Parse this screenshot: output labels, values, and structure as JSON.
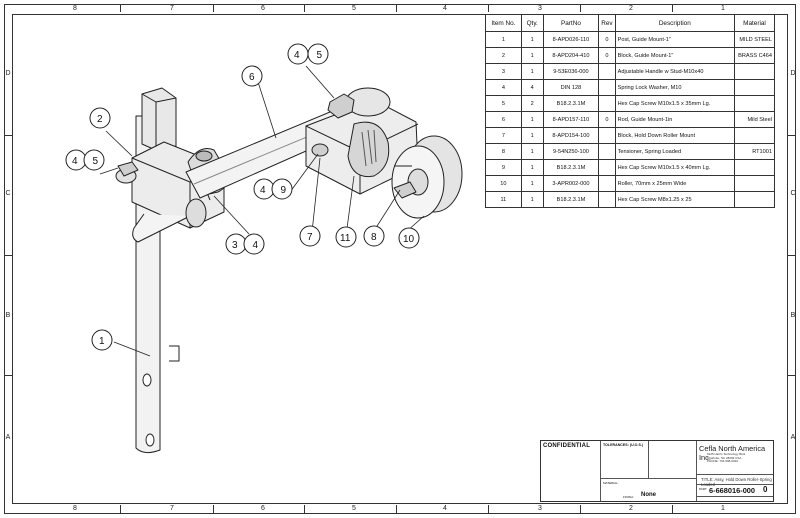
{
  "zones": {
    "columns": [
      "8",
      "7",
      "6",
      "5",
      "4",
      "3",
      "2",
      "1"
    ],
    "rows": [
      "D",
      "C",
      "B",
      "A"
    ]
  },
  "bom": {
    "headers": [
      "Item No.",
      "Qty.",
      "PartNo",
      "Rev",
      "Description",
      "Material"
    ],
    "rows": [
      {
        "item": "1",
        "qty": "1",
        "part": "8-APD026-110",
        "rev": "0",
        "desc": "Post, Guide Mount-1\"",
        "mat": "MILD STEEL"
      },
      {
        "item": "2",
        "qty": "1",
        "part": "8-APD204-410",
        "rev": "0",
        "desc": "Block, Guide Mount-1\"",
        "mat": "BRASS C464"
      },
      {
        "item": "3",
        "qty": "1",
        "part": "9-53E036-000",
        "rev": "",
        "desc": "Adjustable Handle w Stud-M10x40",
        "mat": ""
      },
      {
        "item": "4",
        "qty": "4",
        "part": "DIN 128",
        "rev": "",
        "desc": "Spring Lock Washer, M10",
        "mat": ""
      },
      {
        "item": "5",
        "qty": "2",
        "part": "B18.2.3.1M",
        "rev": "",
        "desc": "Hex Cap Screw M10x1.5 x 35mm Lg.",
        "mat": ""
      },
      {
        "item": "6",
        "qty": "1",
        "part": "8-APD157-110",
        "rev": "0",
        "desc": "Rod, Guide Mount-1in",
        "mat": "Mild Steel"
      },
      {
        "item": "7",
        "qty": "1",
        "part": "8-APD154-100",
        "rev": "",
        "desc": "Block, Hold Down Roller Mount",
        "mat": ""
      },
      {
        "item": "8",
        "qty": "1",
        "part": "9-54N250-100",
        "rev": "",
        "desc": "Tensioner, Spring Loaded",
        "mat": "RT1001"
      },
      {
        "item": "9",
        "qty": "1",
        "part": "B18.2.3.1M",
        "rev": "",
        "desc": "Hex Cap Screw M10x1.5 x 40mm Lg.",
        "mat": ""
      },
      {
        "item": "10",
        "qty": "1",
        "part": "3-APR002-000",
        "rev": "",
        "desc": "Roller, 70mm x 25mm Wide",
        "mat": ""
      },
      {
        "item": "11",
        "qty": "1",
        "part": "B18.2.3.1M",
        "rev": "",
        "desc": "Hex Cap Screw M8x1.25 x 25",
        "mat": ""
      }
    ]
  },
  "balloons": [
    {
      "id": "b45-top",
      "label": "4 5"
    },
    {
      "id": "b6",
      "label": "6"
    },
    {
      "id": "b2",
      "label": "2"
    },
    {
      "id": "b45-left",
      "label": "4 5"
    },
    {
      "id": "b49",
      "label": "4 9"
    },
    {
      "id": "b34",
      "label": "3 4"
    },
    {
      "id": "b7",
      "label": "7"
    },
    {
      "id": "b11",
      "label": "11"
    },
    {
      "id": "b8",
      "label": "8"
    },
    {
      "id": "b10",
      "label": "10"
    },
    {
      "id": "b1",
      "label": "1"
    }
  ],
  "titleblock": {
    "confidential": "CONFIDENTIAL",
    "tolerances": "TOLERANCES: (U.O.S.)",
    "company": "Cefla North America Inc.",
    "address_lines": [
      "6125 Harris Technology Blvd.",
      "Charlotte, NC 28269 USA",
      "PHONE: 704-598-0020"
    ],
    "title": "Assy, Hold Down Roller-Spring Loaded",
    "title_label": "TITLE:",
    "part_label": "PART",
    "part_number": "6-668016-000",
    "revision": "0",
    "material_label": "MATERIAL:",
    "finish_label": "FINISH:",
    "finish": "None"
  },
  "colors": {
    "line": "#222222",
    "fill_light": "#e8e8e8",
    "fill_mid": "#cfcfcf",
    "paper": "#ffffff"
  }
}
